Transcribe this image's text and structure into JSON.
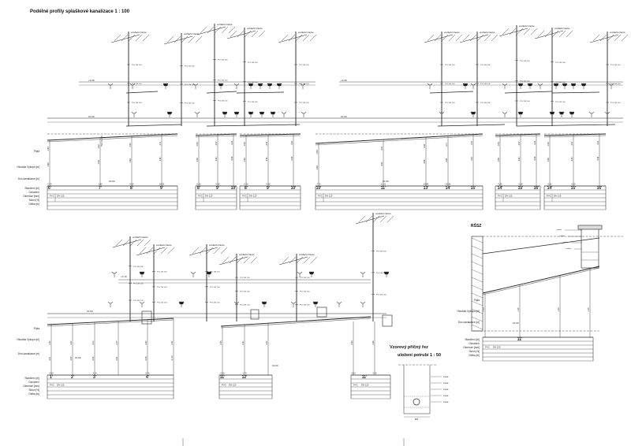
{
  "drawing": {
    "title": "Podélné profily splaškové kanalizace  1 : 100",
    "rsz_title": "RŠSZ",
    "section_title_line1": "Vzorový příčný řez",
    "section_title_line2": "uložení potrubí  1 : 50"
  },
  "row_labels": {
    "pipe": "Pipla",
    "depth": "Hloubka Výkopu [m]",
    "invert": "Dno kanalizace [m]",
    "station": "Staničení [m]",
    "material": "Označení",
    "diameter": "Dimenze [mm]",
    "slope": "Sklon [%]",
    "length": "Délka [m]"
  },
  "stoupacka_label": "ventilační hlavice",
  "terrain_level": "±0.00",
  "pipe_note": "PVC DN 125",
  "profile_a": {
    "stations": [
      "6'",
      "7'",
      "8'",
      "9'"
    ],
    "materials": [
      "PVC",
      "PVC",
      "PVC"
    ],
    "diameters": [
      "DN 125",
      "DN 125",
      "DN 100"
    ],
    "values": [
      "0.70",
      "1.80",
      "6.00",
      "10.20"
    ]
  },
  "profile_b": {
    "stations": [
      "8'",
      "9'",
      "10'"
    ],
    "materials": [
      "PVC"
    ],
    "diameters": [
      "DN 125"
    ],
    "values": [
      "0.25",
      "0.25"
    ]
  },
  "profile_c": {
    "stations": [
      "10'",
      "11'",
      "13'",
      "14'",
      "15'",
      "16'"
    ],
    "materials": [
      "PVC"
    ],
    "diameters": [
      "DN 125"
    ],
    "values": [
      "7.70",
      "11.51",
      "13.80",
      "15.28"
    ]
  },
  "profile_d": {
    "stations": [
      "14'",
      "15'",
      "16'"
    ],
    "materials": [
      "PVC"
    ],
    "diameters": [
      "DN 125"
    ],
    "values": [
      "0.25",
      "0.25"
    ]
  },
  "profile_e": {
    "stations": [
      "1'",
      "2'",
      "3'",
      "4'"
    ],
    "materials": [
      "PVC"
    ],
    "diameters": [
      "DN 125"
    ],
    "values": [
      "0.00",
      "3.10",
      "6.76"
    ]
  },
  "profile_f": {
    "stations": [
      "11'",
      "12'"
    ],
    "materials": [
      "PVC"
    ],
    "diameters": [
      "DN 125"
    ],
    "values": [
      "0.00",
      "1.70"
    ]
  },
  "profile_g": {
    "stations": [
      "11'"
    ],
    "materials": [
      "PVC"
    ],
    "diameters": [
      "DN 125"
    ],
    "values": [
      "0.00",
      "5.25"
    ]
  }
}
